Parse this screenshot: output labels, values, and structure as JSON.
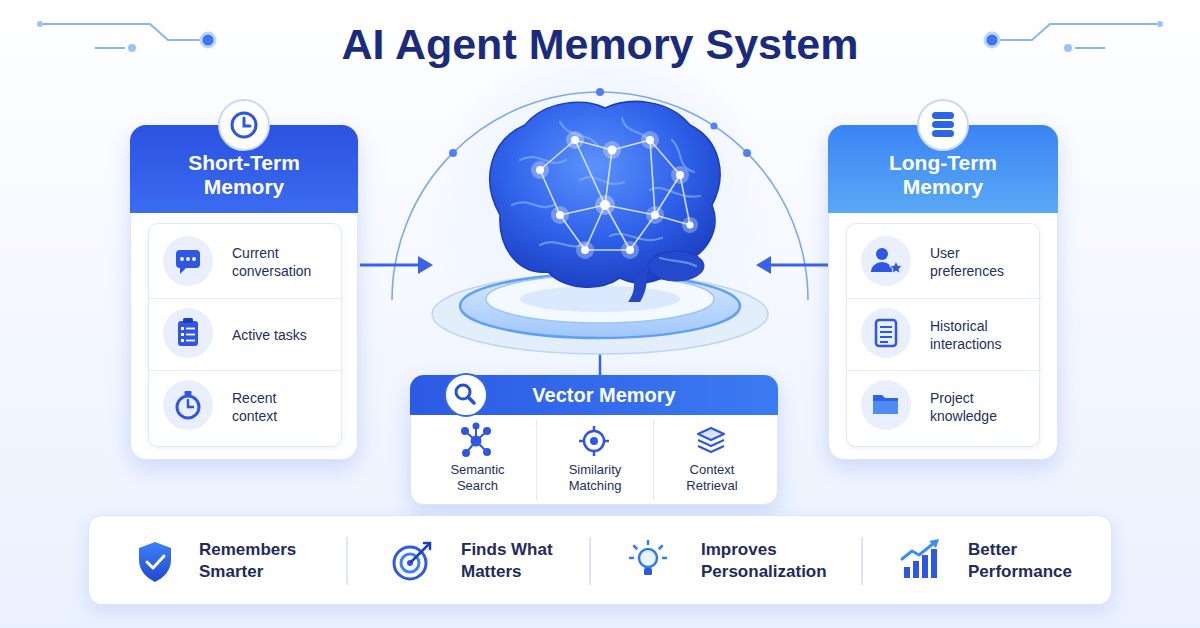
{
  "diagram": {
    "title": "AI Agent Memory System",
    "nodes": [
      {
        "text": [
          "Short-Term Memory"
        ]
      },
      {
        "text": [
          "Current conversation"
        ],
        "in": 0
      },
      {
        "text": [
          "Active tasks"
        ],
        "in": 0
      },
      {
        "text": [
          "Recent context"
        ],
        "in": 0
      },
      {
        "text": [
          "Vector Memory"
        ]
      },
      {
        "text": [
          "Semantic Search"
        ],
        "in": 4
      },
      {
        "text": [
          "Similarity Matching"
        ],
        "in": 4
      },
      {
        "text": [
          "Context Retrieval"
        ],
        "in": 4
      },
      {
        "text": [
          "Long-Term Memory"
        ]
      },
      {
        "text": [
          "User preferences"
        ],
        "in": 8
      },
      {
        "text": [
          "Historical interactions"
        ],
        "in": 8
      },
      {
        "text": [
          "Project knowledge"
        ],
        "in": 8
      },
      {
        "text": [
          "Remembers Smarter",
          "Finds What Matters",
          "Improves Personalization",
          "Better Performance"
        ]
      }
    ]
  }
}
